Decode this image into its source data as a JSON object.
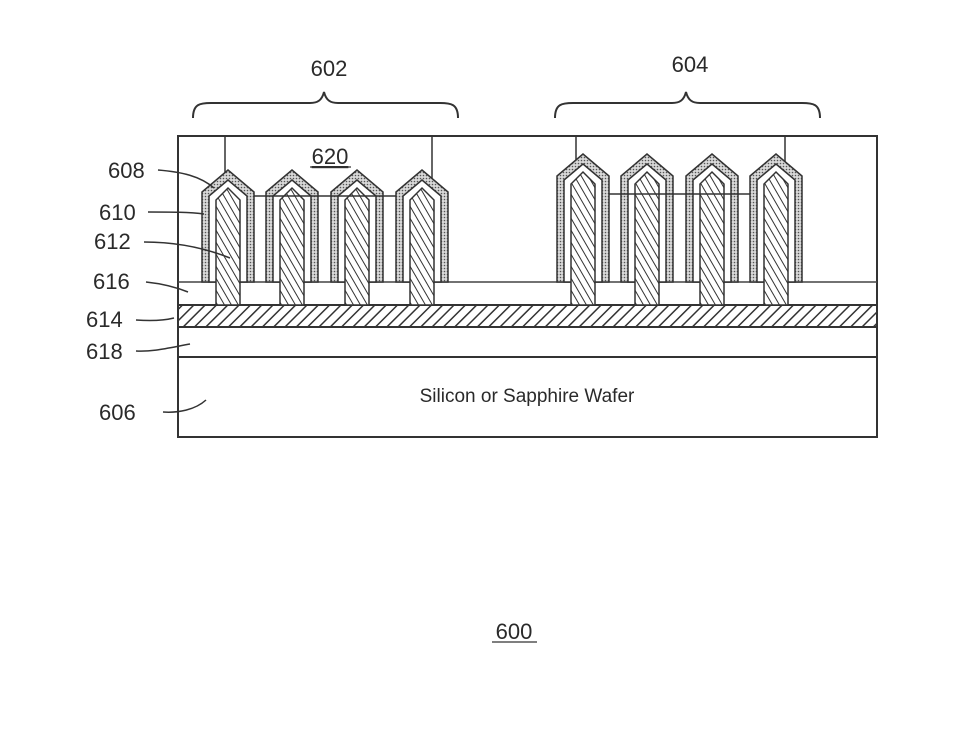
{
  "figure": {
    "number": "600"
  },
  "groups": {
    "left": "602",
    "right": "604"
  },
  "callouts": {
    "l608": "608",
    "l610": "610",
    "l612": "612",
    "l616": "616",
    "l614": "614",
    "l618": "618",
    "l606": "606",
    "l620": "620"
  },
  "wafer": {
    "label": "Silicon or Sapphire Wafer"
  }
}
